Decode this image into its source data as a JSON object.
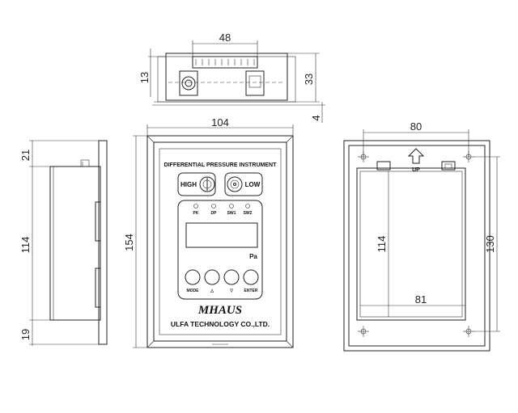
{
  "panel": {
    "title": "DIFFERENTIAL PRESSURE INSTRUMENT",
    "high_label": "HIGH",
    "low_label": "LOW",
    "indicators": [
      "PK",
      "DP",
      "SW1",
      "SW2"
    ],
    "unit": "Pa",
    "buttons": [
      "MODE",
      "△",
      "▽",
      "ENTER"
    ],
    "brand": "MHAUS",
    "company": "ULFA TECHNOLOGY CO.,LTD."
  },
  "rear": {
    "up_label": "UP"
  },
  "dimensions": {
    "top_width": "48",
    "top_height_13": "13",
    "top_height_33": "33",
    "top_depth_4": "4",
    "front_width": "104",
    "front_height": "154",
    "side_top": "21",
    "side_body": "114",
    "side_bottom": "19",
    "rear_hole_spacing": "80",
    "rear_cutout_width": "81",
    "rear_cutout_height": "114",
    "rear_hole_height": "130"
  },
  "colors": {
    "line": "#222222",
    "background": "#ffffff"
  }
}
